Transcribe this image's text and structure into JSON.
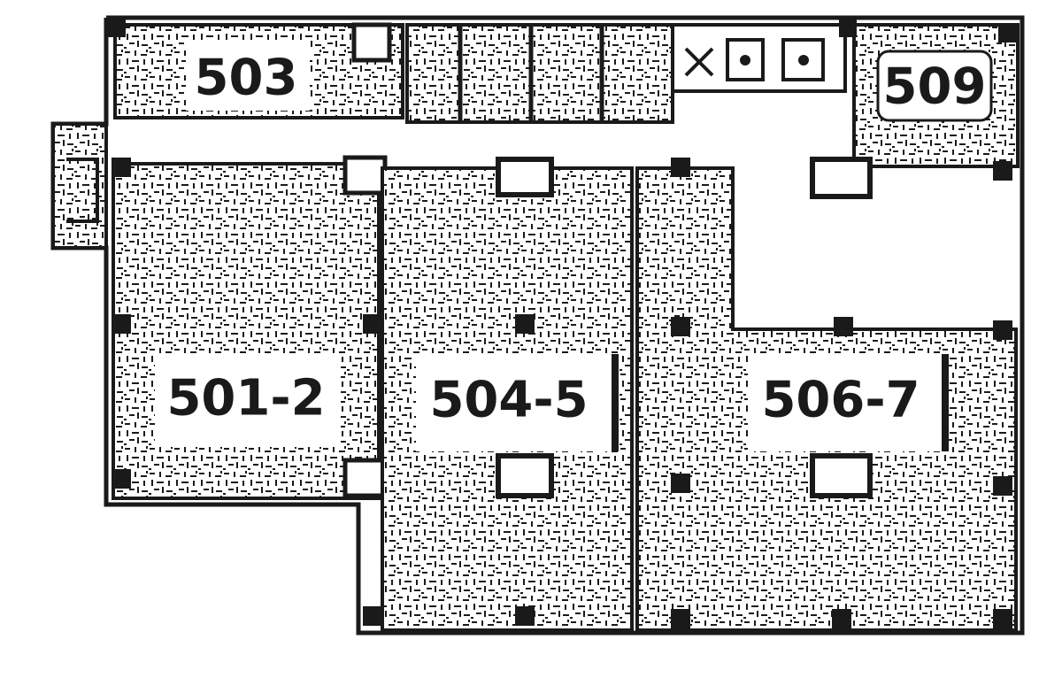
{
  "floor_plan": {
    "colors": {
      "wall": "#1a1a1a",
      "fill": "#7a7a7a",
      "label_bg": "#ffffff",
      "background": "#ffffff"
    },
    "rooms": [
      {
        "id": "503",
        "label": "503"
      },
      {
        "id": "509",
        "label": "509"
      },
      {
        "id": "501-2",
        "label": "501-2"
      },
      {
        "id": "504-5",
        "label": "504-5"
      },
      {
        "id": "506-7",
        "label": "506-7"
      }
    ],
    "icons": [
      "column-icon",
      "stair-icon",
      "restroom-icon",
      "elevator-icon"
    ]
  }
}
